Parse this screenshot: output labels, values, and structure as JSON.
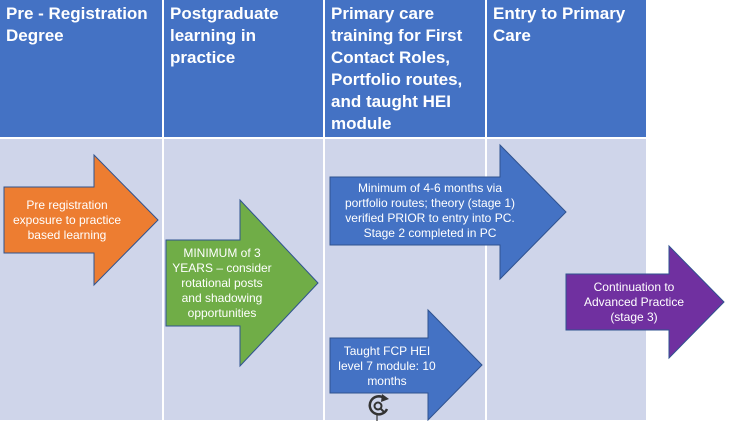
{
  "columns": [
    {
      "title": "Pre - Registration Degree"
    },
    {
      "title": "Postgraduate learning in practice"
    },
    {
      "title": "Primary care training for First Contact Roles, Portfolio routes, and taught HEI module"
    },
    {
      "title": "Entry to Primary Care"
    }
  ],
  "arrows": {
    "pre_registration": {
      "text": "Pre registration exposure to practice based learning",
      "color": "#ed7d31"
    },
    "postgraduate": {
      "text": "MINIMUM of 3 YEARS – consider rotational posts and shadowing opportunities",
      "color": "#70ad47"
    },
    "portfolio": {
      "text": "Minimum of 4-6 months via portfolio routes; theory (stage 1) verified PRIOR to entry into PC. Stage 2 completed in PC",
      "color": "#4472c4"
    },
    "taught_hei": {
      "text": "Taught FCP HEI level 7 module: 10 months",
      "color": "#4472c4"
    },
    "advanced": {
      "text": "Continuation to Advanced Practice (stage 3)",
      "color": "#7030a0"
    }
  },
  "colors": {
    "header": "#4472c4",
    "body": "#cfd5ea",
    "arrow_stroke": "#2f528f"
  },
  "cursor_icon": "refresh-cursor-icon"
}
